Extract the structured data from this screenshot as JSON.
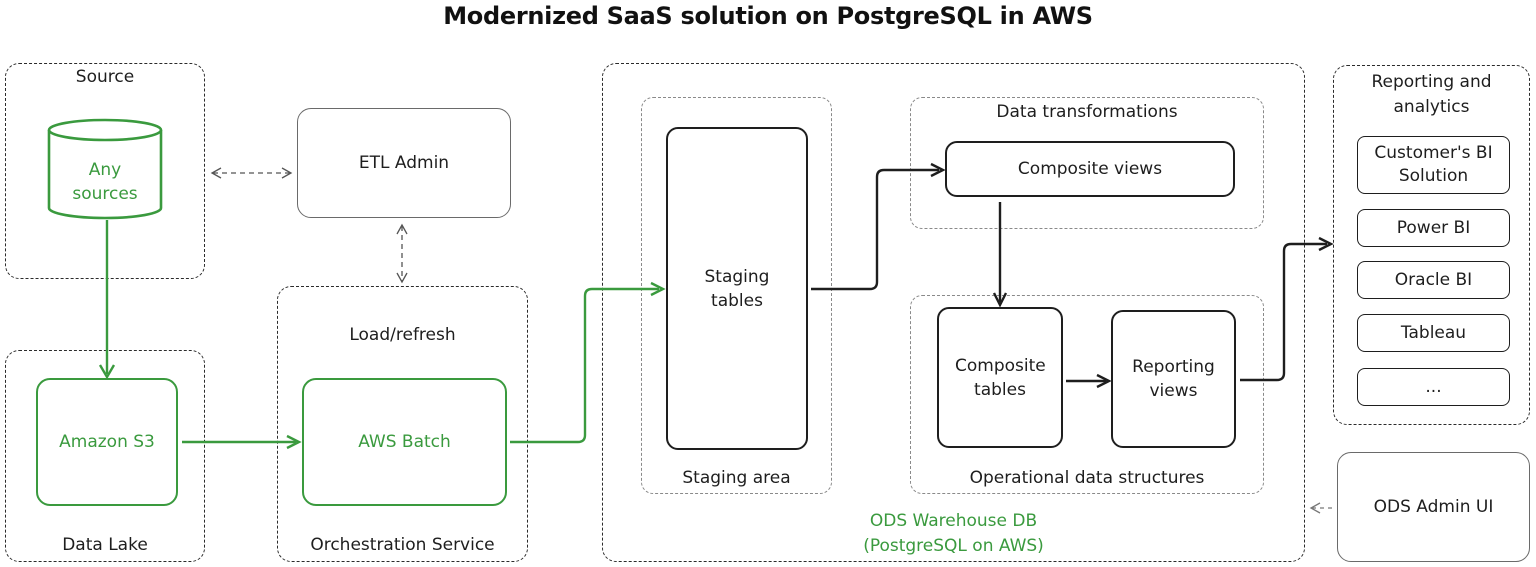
{
  "title": "Modernized SaaS solution on PostgreSQL in AWS",
  "source": {
    "label": "Source",
    "cylinder": "Any sources"
  },
  "data_lake": {
    "label": "Data Lake",
    "box": "Amazon S3"
  },
  "etl_admin": {
    "label": "ETL Admin"
  },
  "orchestration": {
    "label": "Orchestration Service",
    "heading": "Load/refresh",
    "box": "AWS Batch"
  },
  "warehouse": {
    "label_line1": "ODS Warehouse DB",
    "label_line2": "(PostgreSQL on AWS)",
    "staging_area": {
      "label": "Staging area",
      "box": "Staging tables"
    },
    "transformations": {
      "label": "Data transformations",
      "box": "Composite views"
    },
    "operational": {
      "label": "Operational data structures",
      "box1": "Composite tables",
      "box2": "Reporting views"
    }
  },
  "reporting": {
    "label": "Reporting and analytics",
    "items": [
      "Customer's BI Solution",
      "Power BI",
      "Oracle BI",
      "Tableau",
      "..."
    ]
  },
  "ods_admin": {
    "label": "ODS Admin UI"
  },
  "colors": {
    "green": "#3a9a3e",
    "ink": "#1e1e1e",
    "dashed": "#2b2b2b"
  }
}
